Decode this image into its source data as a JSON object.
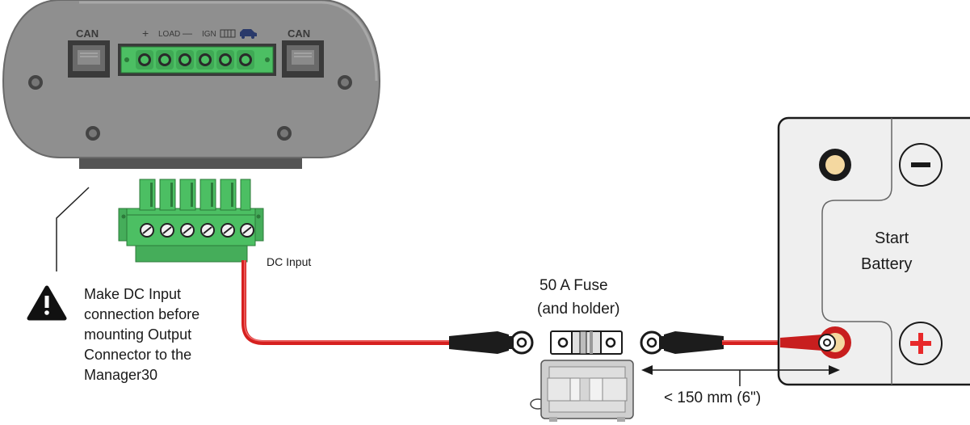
{
  "manager": {
    "can_left": "CAN",
    "can_right": "CAN",
    "plus": "+",
    "load": "LOAD",
    "minus": "—",
    "ign": "IGN"
  },
  "warning": {
    "lines": [
      "Make DC Input",
      "connection before",
      "mounting Output",
      "Connector to the",
      "Manager30"
    ]
  },
  "dc_input_label": "DC Input",
  "fuse": {
    "line1": "50 A Fuse",
    "line2": "(and holder)"
  },
  "battery": {
    "line1": "Start",
    "line2": "Battery"
  },
  "dimension_label": "< 150 mm (6\")",
  "colors": {
    "cable": "#d6201f",
    "device": "#8c8c8c",
    "connector": "#4cbf63",
    "battery_body": "#efefef",
    "plus_red": "#e8292a"
  }
}
